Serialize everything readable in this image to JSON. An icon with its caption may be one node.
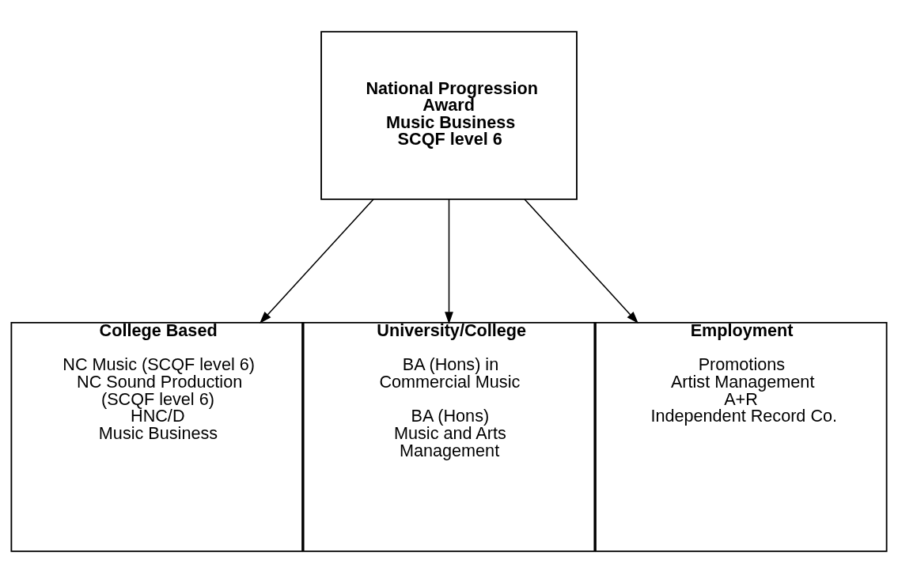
{
  "diagram": {
    "nodes": [
      {
        "text": [
          "National Progression Award Music Business SCQF level 6"
        ]
      },
      {
        "text": [
          "College Based",
          "NC Music (SCQF level 6)",
          "NC Sound Production (SCQF level 6)",
          "HNC/D Music Business"
        ]
      },
      {
        "text": [
          "University/College",
          "BA (Hons) in Commercial Music",
          "BA (Hons) Music and Arts Management"
        ]
      },
      {
        "text": [
          "Employment",
          "Promotions",
          "Artist Management",
          "A+R",
          "Independent Record Co."
        ]
      }
    ],
    "edges": [
      {
        "from": 0,
        "to": 1,
        "arrow": "to"
      },
      {
        "from": 0,
        "to": 2,
        "arrow": "to"
      },
      {
        "from": 0,
        "to": 3,
        "arrow": "to"
      }
    ]
  }
}
